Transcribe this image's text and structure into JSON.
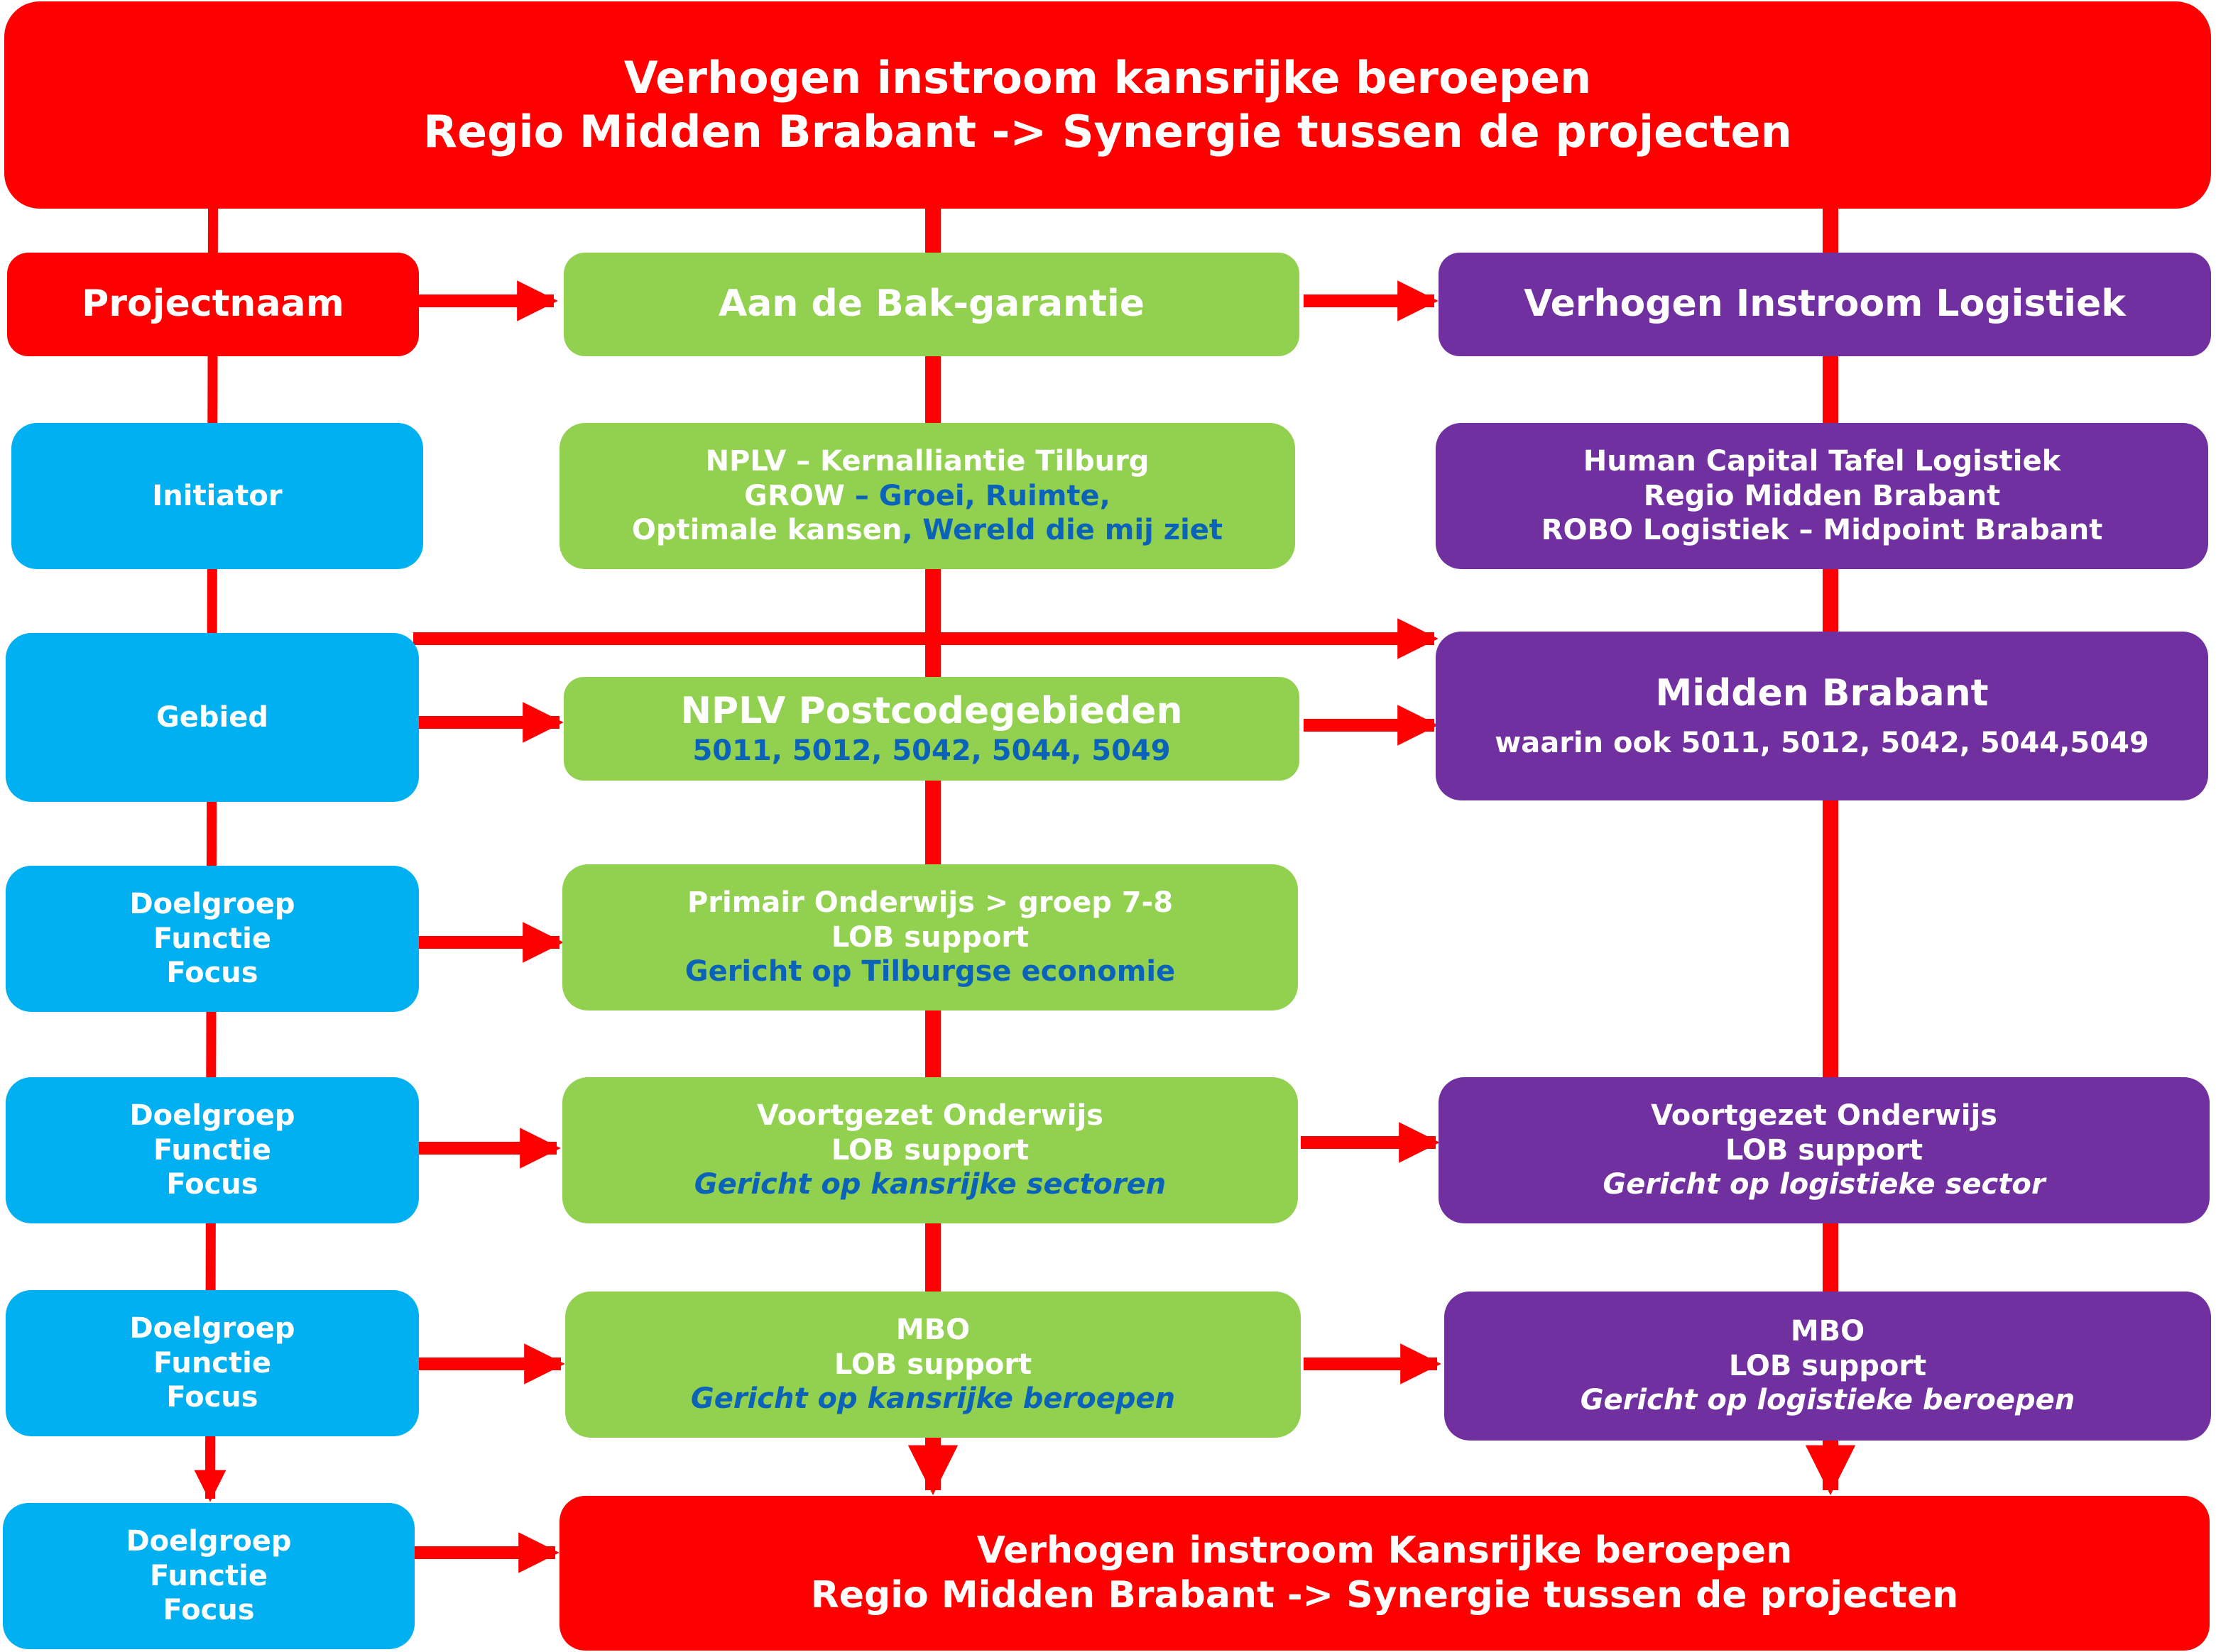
{
  "colors": {
    "red": "#fe0000",
    "green": "#92d050",
    "purple": "#7030a0",
    "cyan": "#00b0f0",
    "blue_text": "#0a63b8",
    "connector": "#fe0000"
  },
  "header": {
    "line1": "Verhogen instroom kansrijke beroepen",
    "line2": "Regio Midden Brabant -> Synergie tussen de projecten"
  },
  "labels": {
    "projectnaam": "Projectnaam",
    "initiator": "Initiator",
    "gebied": "Gebied",
    "doelgroep_rows": [
      {
        "l1": "Doelgroep",
        "l2": "Functie",
        "l3": "Focus"
      },
      {
        "l1": "Doelgroep",
        "l2": "Functie",
        "l3": "Focus"
      },
      {
        "l1": "Doelgroep",
        "l2": "Functie",
        "l3": "Focus"
      },
      {
        "l1": "Doelgroep",
        "l2": "Functie",
        "l3": "Focus"
      }
    ]
  },
  "project_green": {
    "name": "Aan de Bak-garantie",
    "initiator": {
      "line1": "NPLV – Kernalliantie Tilburg",
      "line2_white": "GROW ",
      "line2_blue": "– Groei, Ruimte,",
      "line3_white": "Optimale kansen",
      "line3_blue": ", Wereld die mij ziet"
    },
    "gebied": {
      "line1": "NPLV Postcodegebieden",
      "line2": "5011, 5012,  5042, 5044, 5049"
    },
    "po": {
      "line1": "Primair Onderwijs > groep 7-8",
      "line2": "LOB support",
      "line3": "Gericht op Tilburgse economie"
    },
    "vo": {
      "line1": "Voortgezet Onderwijs",
      "line2": "LOB support",
      "line3": "Gericht op kansrijke sectoren"
    },
    "mbo": {
      "line1": "MBO",
      "line2": "LOB support",
      "line3": "Gericht op kansrijke beroepen"
    }
  },
  "project_purple": {
    "name": "Verhogen Instroom Logistiek",
    "initiator": {
      "line1": "Human Capital Tafel Logistiek",
      "line2": "Regio Midden Brabant",
      "line3": "ROBO Logistiek – Midpoint Brabant"
    },
    "gebied": {
      "line1": "Midden Brabant",
      "line2": "waarin ook 5011, 5012, 5042, 5044,5049"
    },
    "vo": {
      "line1": "Voortgezet Onderwijs",
      "line2": "LOB support",
      "line3": "Gericht op logistieke sector"
    },
    "mbo": {
      "line1": "MBO",
      "line2": "LOB support",
      "line3": "Gericht op logistieke beroepen"
    }
  },
  "footer": {
    "line1": "Verhogen instroom Kansrijke beroepen",
    "line2": "Regio Midden Brabant -> Synergie tussen de projecten"
  }
}
